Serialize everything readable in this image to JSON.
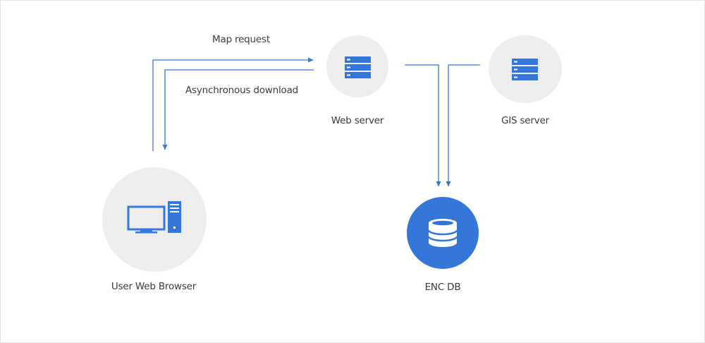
{
  "nodes": {
    "browser": {
      "label": "User Web Browser",
      "icon": "computer-icon"
    },
    "web_server": {
      "label": "Web server",
      "icon": "server-icon"
    },
    "gis_server": {
      "label": "GIS server",
      "icon": "server-icon"
    },
    "enc_db": {
      "label": "ENC DB",
      "icon": "database-icon"
    }
  },
  "edges": {
    "map_request": {
      "label": "Map request"
    },
    "async_download": {
      "label": "Asynchronous download"
    }
  },
  "colors": {
    "accent": "#3576d9",
    "node_bg": "#ededed",
    "text": "#3b3b3b",
    "border": "#e3e3e3"
  }
}
